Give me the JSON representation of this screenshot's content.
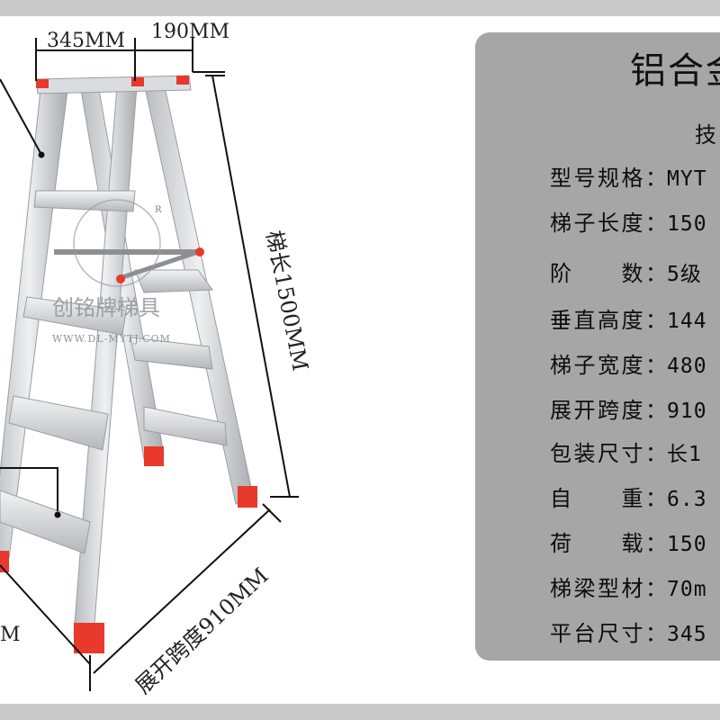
{
  "dimensions": {
    "platform_width": "345MM",
    "platform_depth": "190MM",
    "ladder_length": "梯长1500MM",
    "spread_span": "展开跨度910MM",
    "partial_left": "M"
  },
  "watermark": {
    "brand": "创铭牌梯具",
    "url": "WWW.DL-MYTJ.COM",
    "seal_text": "R"
  },
  "spec_panel": {
    "title": "铝合金",
    "subtitle": "技",
    "rows": [
      {
        "label": "型号规格：",
        "value": "MYT"
      },
      {
        "label": "梯子长度：",
        "value": "150"
      },
      {
        "label": "阶　　数：",
        "value": "5级"
      },
      {
        "label": "垂直高度：",
        "value": "144"
      },
      {
        "label": "梯子宽度：",
        "value": "480"
      },
      {
        "label": "展开跨度：",
        "value": "910"
      },
      {
        "label": "包装尺寸：",
        "value": "长1"
      },
      {
        "label": "自　　重：",
        "value": "6.3"
      },
      {
        "label": "荷　　载：",
        "value": "150"
      },
      {
        "label": "梯梁型材：",
        "value": "70m"
      },
      {
        "label": "平台尺寸：",
        "value": "345"
      }
    ]
  },
  "colors": {
    "frame": "#c9c9c9",
    "panel": "#a6a6a6",
    "aluminum": "#d7d9dc",
    "cap_red": "#e8392c"
  }
}
